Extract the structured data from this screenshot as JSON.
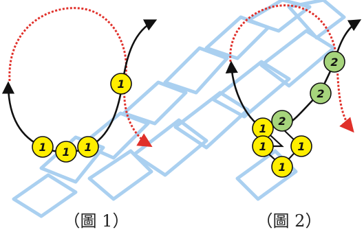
{
  "figures": [
    {
      "caption": "（圖 1）",
      "dotted_color": "#e0302a",
      "path_color": "#111111",
      "beads": [
        {
          "label": "1",
          "color": "#ffee00"
        },
        {
          "label": "1",
          "color": "#ffee00"
        },
        {
          "label": "1",
          "color": "#ffee00"
        },
        {
          "label": "1",
          "color": "#ffee00"
        }
      ]
    },
    {
      "caption": "（圖 2）",
      "dotted_color": "#e0302a",
      "path_color": "#111111",
      "beads": [
        {
          "label": "1",
          "color": "#ffee00"
        },
        {
          "label": "1",
          "color": "#ffee00"
        },
        {
          "label": "1",
          "color": "#ffee00"
        },
        {
          "label": "1",
          "color": "#ffee00"
        },
        {
          "label": "2",
          "color": "#a6d47c"
        },
        {
          "label": "2",
          "color": "#a6d47c"
        },
        {
          "label": "2",
          "color": "#a6d47c"
        }
      ]
    }
  ],
  "watermark_color": "#9cc8ee"
}
